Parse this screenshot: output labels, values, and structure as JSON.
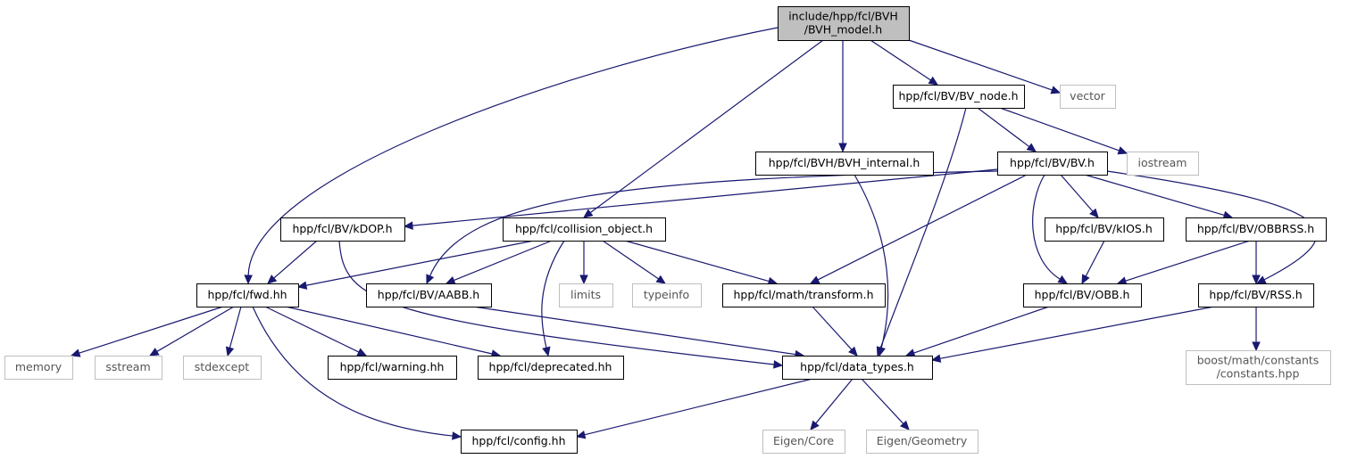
{
  "graph": {
    "colors": {
      "edge": "#191970",
      "root_fill": "#bfbfbf",
      "external_border": "#bfbfbf",
      "node_border": "#000000"
    },
    "nodes": [
      {
        "id": "root",
        "lines": [
          "include/hpp/fcl/BVH",
          "/BVH_model.h"
        ],
        "kind": "root"
      },
      {
        "id": "bv_node",
        "lines": [
          "hpp/fcl/BV/BV_node.h"
        ],
        "kind": "local"
      },
      {
        "id": "vector",
        "lines": [
          "vector"
        ],
        "kind": "external"
      },
      {
        "id": "bvh_internal",
        "lines": [
          "hpp/fcl/BVH/BVH_internal.h"
        ],
        "kind": "local"
      },
      {
        "id": "bv",
        "lines": [
          "hpp/fcl/BV/BV.h"
        ],
        "kind": "local"
      },
      {
        "id": "iostream",
        "lines": [
          "iostream"
        ],
        "kind": "external"
      },
      {
        "id": "kdop",
        "lines": [
          "hpp/fcl/BV/kDOP.h"
        ],
        "kind": "local"
      },
      {
        "id": "collision_object",
        "lines": [
          "hpp/fcl/collision_object.h"
        ],
        "kind": "local"
      },
      {
        "id": "kios",
        "lines": [
          "hpp/fcl/BV/kIOS.h"
        ],
        "kind": "local"
      },
      {
        "id": "obbrss",
        "lines": [
          "hpp/fcl/BV/OBBRSS.h"
        ],
        "kind": "local"
      },
      {
        "id": "fwd",
        "lines": [
          "hpp/fcl/fwd.hh"
        ],
        "kind": "local"
      },
      {
        "id": "aabb",
        "lines": [
          "hpp/fcl/BV/AABB.h"
        ],
        "kind": "local"
      },
      {
        "id": "limits",
        "lines": [
          "limits"
        ],
        "kind": "external"
      },
      {
        "id": "typeinfo",
        "lines": [
          "typeinfo"
        ],
        "kind": "external"
      },
      {
        "id": "transform",
        "lines": [
          "hpp/fcl/math/transform.h"
        ],
        "kind": "local"
      },
      {
        "id": "obb",
        "lines": [
          "hpp/fcl/BV/OBB.h"
        ],
        "kind": "local"
      },
      {
        "id": "rss",
        "lines": [
          "hpp/fcl/BV/RSS.h"
        ],
        "kind": "local"
      },
      {
        "id": "memory",
        "lines": [
          "memory"
        ],
        "kind": "external"
      },
      {
        "id": "sstream",
        "lines": [
          "sstream"
        ],
        "kind": "external"
      },
      {
        "id": "stdexcept",
        "lines": [
          "stdexcept"
        ],
        "kind": "external"
      },
      {
        "id": "warning",
        "lines": [
          "hpp/fcl/warning.hh"
        ],
        "kind": "local"
      },
      {
        "id": "deprecated",
        "lines": [
          "hpp/fcl/deprecated.hh"
        ],
        "kind": "local"
      },
      {
        "id": "data_types",
        "lines": [
          "hpp/fcl/data_types.h"
        ],
        "kind": "local"
      },
      {
        "id": "boost_constants",
        "lines": [
          "boost/math/constants",
          "/constants.hpp"
        ],
        "kind": "external"
      },
      {
        "id": "config",
        "lines": [
          "hpp/fcl/config.hh"
        ],
        "kind": "local"
      },
      {
        "id": "eigen_core",
        "lines": [
          "Eigen/Core"
        ],
        "kind": "external"
      },
      {
        "id": "eigen_geometry",
        "lines": [
          "Eigen/Geometry"
        ],
        "kind": "external"
      }
    ],
    "edges": [
      {
        "from": "root",
        "to": "fwd"
      },
      {
        "from": "root",
        "to": "collision_object"
      },
      {
        "from": "root",
        "to": "bvh_internal"
      },
      {
        "from": "root",
        "to": "bv_node"
      },
      {
        "from": "root",
        "to": "vector"
      },
      {
        "from": "bv_node",
        "to": "data_types"
      },
      {
        "from": "bv_node",
        "to": "bv"
      },
      {
        "from": "bv_node",
        "to": "iostream"
      },
      {
        "from": "bvh_internal",
        "to": "data_types"
      },
      {
        "from": "bv",
        "to": "kdop"
      },
      {
        "from": "bv",
        "to": "aabb"
      },
      {
        "from": "bv",
        "to": "transform"
      },
      {
        "from": "bv",
        "to": "obb"
      },
      {
        "from": "bv",
        "to": "kios"
      },
      {
        "from": "bv",
        "to": "obbrss"
      },
      {
        "from": "bv",
        "to": "rss"
      },
      {
        "from": "kdop",
        "to": "fwd"
      },
      {
        "from": "kdop",
        "to": "data_types"
      },
      {
        "from": "collision_object",
        "to": "fwd"
      },
      {
        "from": "collision_object",
        "to": "aabb"
      },
      {
        "from": "collision_object",
        "to": "deprecated"
      },
      {
        "from": "collision_object",
        "to": "limits"
      },
      {
        "from": "collision_object",
        "to": "typeinfo"
      },
      {
        "from": "collision_object",
        "to": "transform"
      },
      {
        "from": "kios",
        "to": "obb"
      },
      {
        "from": "obbrss",
        "to": "obb"
      },
      {
        "from": "obbrss",
        "to": "rss"
      },
      {
        "from": "fwd",
        "to": "memory"
      },
      {
        "from": "fwd",
        "to": "sstream"
      },
      {
        "from": "fwd",
        "to": "stdexcept"
      },
      {
        "from": "fwd",
        "to": "warning"
      },
      {
        "from": "fwd",
        "to": "deprecated"
      },
      {
        "from": "fwd",
        "to": "config"
      },
      {
        "from": "aabb",
        "to": "data_types"
      },
      {
        "from": "transform",
        "to": "data_types"
      },
      {
        "from": "obb",
        "to": "data_types"
      },
      {
        "from": "rss",
        "to": "data_types"
      },
      {
        "from": "rss",
        "to": "boost_constants"
      },
      {
        "from": "data_types",
        "to": "config"
      },
      {
        "from": "data_types",
        "to": "eigen_core"
      },
      {
        "from": "data_types",
        "to": "eigen_geometry"
      }
    ]
  }
}
